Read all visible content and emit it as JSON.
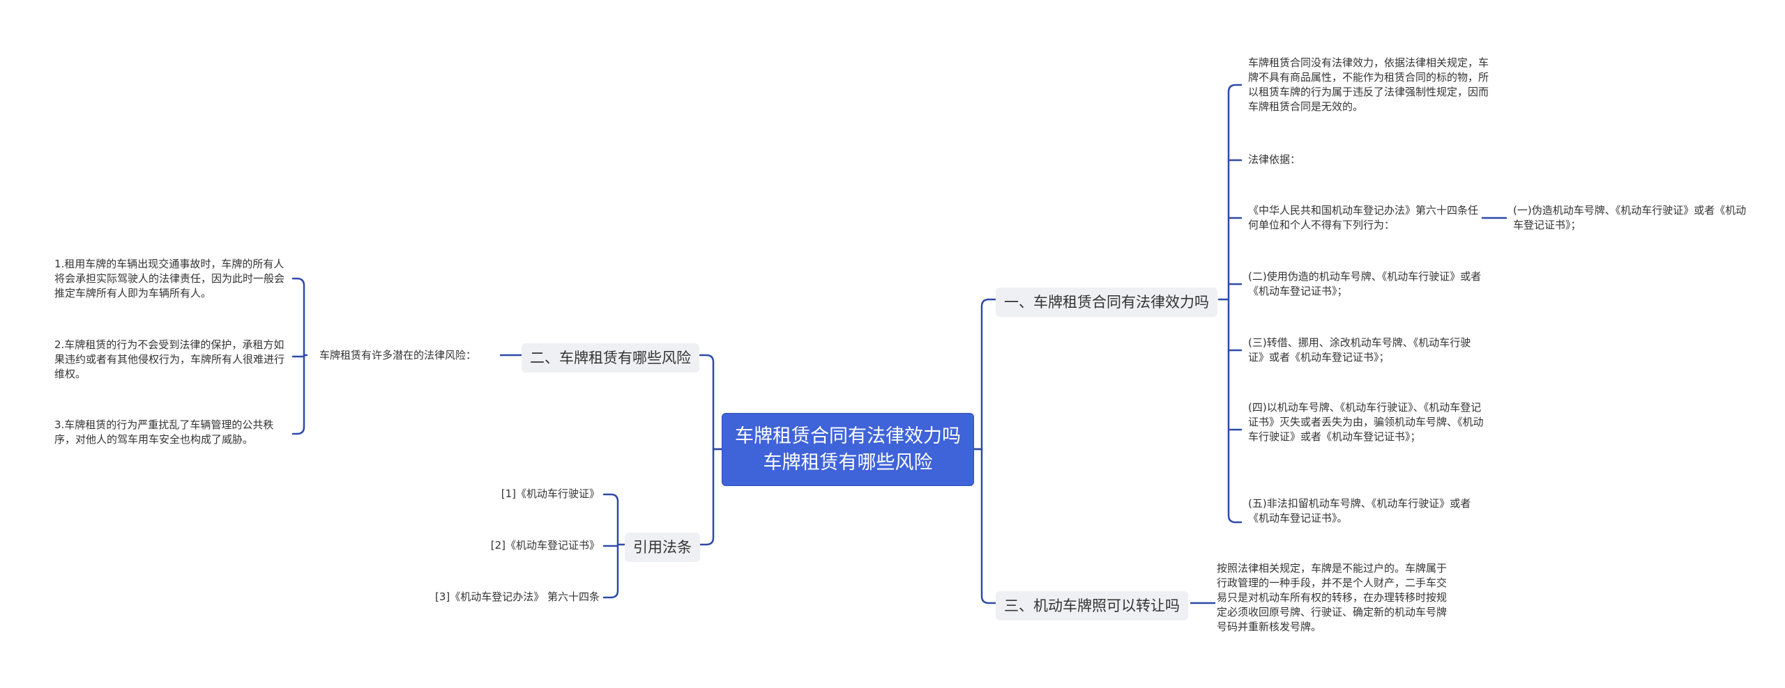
{
  "theme": {
    "link_color": "#2e4aa8",
    "root_bg": "#3f63d8",
    "branch_bg": "#eef0f3"
  },
  "root": {
    "title": "车牌租赁合同有法律效力吗车牌租赁有哪些风险"
  },
  "branches": {
    "validity": {
      "label": "一、车牌租赁合同有法律效力吗",
      "items": {
        "conclusion": "车牌租赁合同没有法律效力，依据法律相关规定，车牌不具有商品属性，不能作为租赁合同的标的物，所以租赁车牌的行为属于违反了法律强制性规定，因而车牌租赁合同是无效的。",
        "basis_label": "法律依据：",
        "article": "《中华人民共和国机动车登记办法》第六十四条任何单位和个人不得有下列行为：",
        "article_item1": "(一)伪造机动车号牌、《机动车行驶证》或者《机动车登记证书》；",
        "item2": " (二)使用伪造的机动车号牌、《机动车行驶证》或者《机动车登记证书》；",
        "item3": " (三)转借、挪用、涂改机动车号牌、《机动车行驶证》或者《机动车登记证书》；",
        "item4": " (四)以机动车号牌、《机动车行驶证》、《机动车登记证书》灭失或者丢失为由，骗领机动车号牌、《机动车行驶证》或者《机动车登记证书》；",
        "item5": " (五)非法扣留机动车号牌、《机动车行驶证》或者《机动车登记证书》。"
      }
    },
    "transfer": {
      "label": "三、机动车牌照可以转让吗",
      "text": "按照法律相关规定，车牌是不能过户的。车牌属于行政管理的一种手段，并不是个人财产，二手车交易只是对机动车所有权的转移，在办理转移时按规定必须收回原号牌、行驶证、确定新的机动车号牌号码并重新核发号牌。"
    },
    "risks": {
      "label": "二、车牌租赁有哪些风险",
      "sub_label": "车牌租赁有许多潜在的法律风险：",
      "items": [
        "1.租用车牌的车辆出现交通事故时，车牌的所有人将会承担实际驾驶人的法律责任，因为此时一般会推定车牌所有人即为车辆所有人。",
        "2.车牌租赁的行为不会受到法律的保护，承租方如果违约或者有其他侵权行为，车牌所有人很难进行维权。",
        "3.车牌租赁的行为严重扰乱了车辆管理的公共秩序，对他人的驾车用车安全也构成了威胁。"
      ]
    },
    "citations": {
      "label": "引用法条",
      "items": [
        "[1]《机动车行驶证》",
        "[2]《机动车登记证书》",
        "[3]《机动车登记办法》 第六十四条"
      ]
    }
  }
}
